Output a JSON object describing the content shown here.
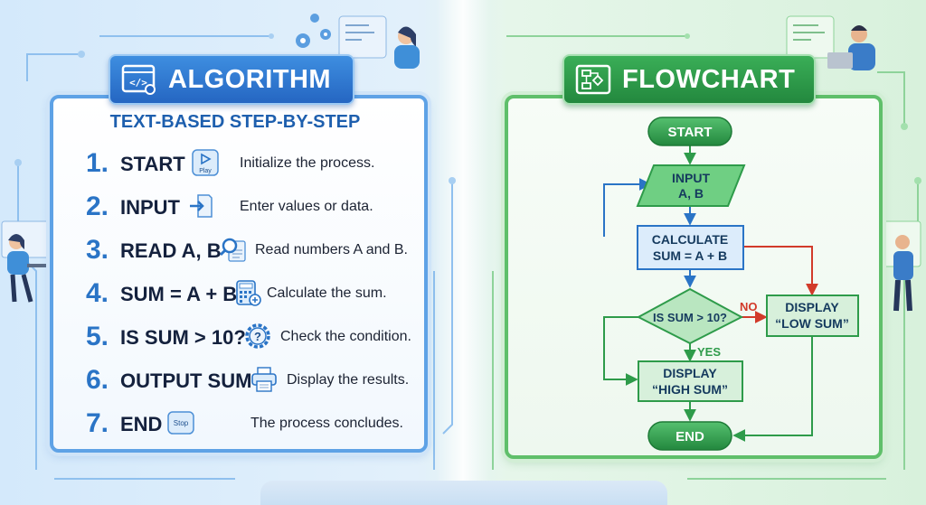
{
  "algorithm": {
    "title": "ALGORITHM",
    "subtitle": "TEXT-BASED STEP-BY-STEP",
    "steps": [
      {
        "num": "1.",
        "label": "START",
        "icon": "play-icon",
        "icon_text": "Play",
        "desc": "Initialize the process."
      },
      {
        "num": "2.",
        "label": "INPUT",
        "icon": "input-arrow-icon",
        "desc": "Enter values or data."
      },
      {
        "num": "3.",
        "label": "READ A, B",
        "icon": "magnifier-document-icon",
        "desc": "Read numbers A and B."
      },
      {
        "num": "4.",
        "label": "SUM = A + B",
        "icon": "calculator-icon",
        "desc": "Calculate the sum."
      },
      {
        "num": "5.",
        "label": "IS SUM > 10?",
        "icon": "gear-question-icon",
        "desc": "Check the condition."
      },
      {
        "num": "6.",
        "label": "OUTPUT SUM",
        "icon": "printer-icon",
        "desc": "Display the results."
      },
      {
        "num": "7.",
        "label": "END",
        "icon": "stop-icon",
        "icon_text": "Stop",
        "desc": "The process concludes."
      }
    ]
  },
  "flowchart": {
    "title": "FLOWCHART",
    "nodes": {
      "start": "START",
      "input_line1": "INPUT",
      "input_line2": "A, B",
      "calc_line1": "CALCULATE",
      "calc_line2": "SUM = A + B",
      "decision": "IS SUM > 10?",
      "high_line1": "DISPLAY",
      "high_line2": "“HIGH SUM”",
      "low_line1": "DISPLAY",
      "low_line2": "“LOW SUM”",
      "end": "END"
    },
    "branches": {
      "yes": "YES",
      "no": "NO"
    }
  },
  "colors": {
    "algorithm_accent": "#2a74c6",
    "flowchart_accent": "#2e9b4a",
    "terminal_fill": "#2fa04c",
    "process_fill": "#dcecfb",
    "io_fill": "#6fcf83",
    "decision_fill": "#b9e6c0",
    "no_branch": "#d23a2a"
  }
}
